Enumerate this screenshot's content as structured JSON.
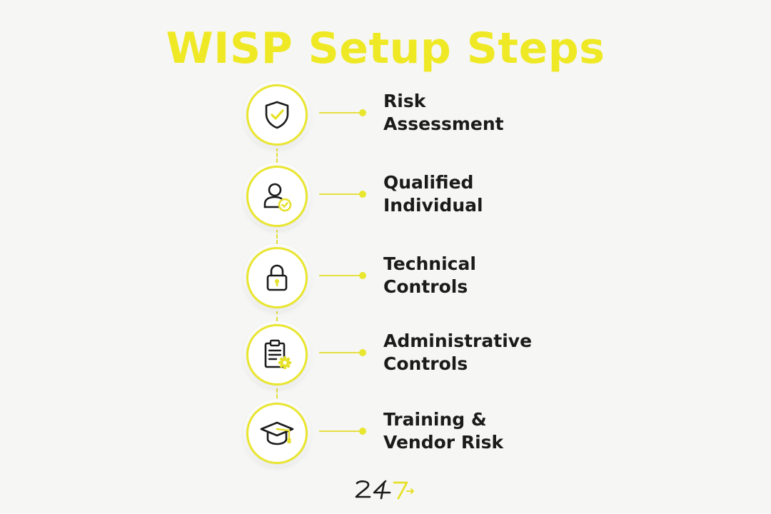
{
  "title": "WISP Setup Steps",
  "steps": [
    {
      "icon": "shield-check-icon",
      "line1": "Risk",
      "line2": "Assessment"
    },
    {
      "icon": "user-check-icon",
      "line1": "Qualified",
      "line2": "Individual"
    },
    {
      "icon": "padlock-icon",
      "line1": "Technical",
      "line2": "Controls"
    },
    {
      "icon": "clipboard-gear-icon",
      "line1": "Administrative",
      "line2": "Controls"
    },
    {
      "icon": "graduation-cap-icon",
      "line1": "Training &",
      "line2": "Vendor Risk"
    }
  ],
  "logo": {
    "text": "247"
  },
  "colors": {
    "accent": "#efe925",
    "text": "#1b1b1b",
    "background": "#f6f6f4"
  }
}
